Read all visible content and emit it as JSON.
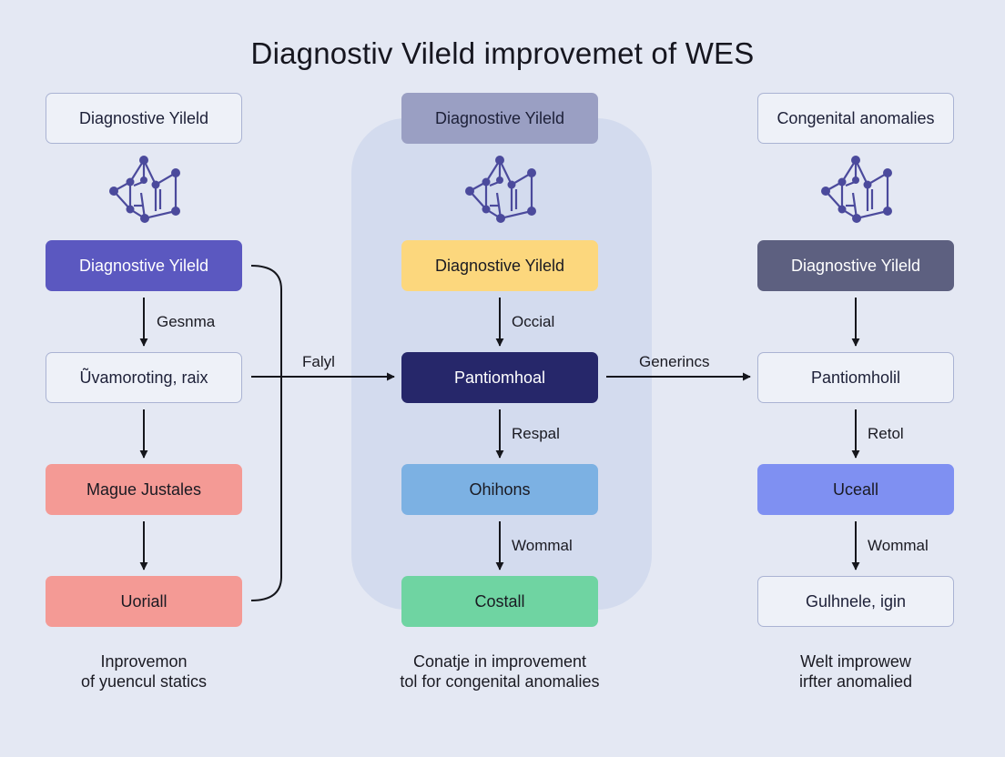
{
  "title": "Diagnostiv Vileld improvemet of WES",
  "columns": {
    "left": {
      "header": "Diagnostive Yileld",
      "boxes": [
        "Diagnostive Yileld",
        "Ũvamoroting, raix",
        "Mague Justales",
        "Uoriall"
      ],
      "arrow_labels": [
        "Gesnma"
      ],
      "caption": [
        "Inprovemon",
        "of yuencul statics"
      ]
    },
    "middle": {
      "header": "Diagnostive Yileld",
      "boxes": [
        "Diagnostive Yileld",
        "Pantiomhoal",
        "Ohihons",
        "Costall"
      ],
      "arrow_labels": [
        "Occial",
        "Respal",
        "Wommal"
      ],
      "caption": [
        "Conatje in improvement",
        "tol for congenital anomalies"
      ]
    },
    "right": {
      "header": "Congenital anomalies",
      "boxes": [
        "Diagnostive Yileld",
        "Pantiomholil",
        "Uceall",
        "Gulhnele, igin"
      ],
      "arrow_labels": [
        "Retol",
        "Wommal"
      ],
      "caption": [
        "Welt improwew",
        "irfter anomalied"
      ]
    }
  },
  "connectors": {
    "left_to_middle": "Falyl",
    "middle_to_right": "Generincs"
  },
  "icons": [
    "molecule-icon",
    "molecule-icon",
    "molecule-icon"
  ],
  "colors": {
    "background": "#e4e8f3",
    "panel": "#d3dbee",
    "purple": "#5b58c0",
    "salmon": "#f49a95",
    "gray_header": "#9a9fc3",
    "yellow": "#fcd77d",
    "navy": "#26276a",
    "sky": "#7cb1e3",
    "green": "#6fd4a2",
    "slate": "#5d6080",
    "periwinkle": "#7f90f2",
    "arrow": "#15161c",
    "molecule": "#4b4a9c"
  }
}
